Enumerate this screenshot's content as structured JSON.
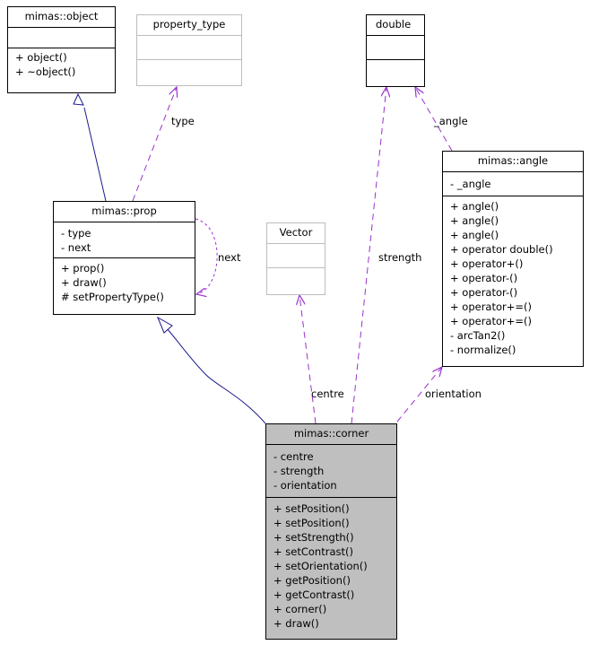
{
  "classes": {
    "object": {
      "name": "mimas::object",
      "attributes": [],
      "operations": [
        "+ object()",
        "+ ~object()"
      ]
    },
    "property_type": {
      "name": "property_type",
      "attributes": [],
      "operations": []
    },
    "double": {
      "name": "double",
      "attributes": [],
      "operations": []
    },
    "angle": {
      "name": "mimas::angle",
      "attributes": [
        "- _angle"
      ],
      "operations": [
        "+ angle()",
        "+ angle()",
        "+ angle()",
        "+ operator double()",
        "+ operator+()",
        "+ operator-()",
        "+ operator-()",
        "+ operator+=()",
        "+ operator+=()",
        "- arcTan2()",
        "- normalize()"
      ]
    },
    "prop": {
      "name": "mimas::prop",
      "attributes": [
        "- type",
        "- next"
      ],
      "operations": [
        "+ prop()",
        "+ draw()",
        "# setPropertyType()"
      ]
    },
    "vector": {
      "name": "Vector",
      "attributes": [],
      "operations": []
    },
    "corner": {
      "name": "mimas::corner",
      "attributes": [
        "- centre",
        "- strength",
        "- orientation"
      ],
      "operations": [
        "+ setPosition()",
        "+ setPosition()",
        "+ setStrength()",
        "+ setContrast()",
        "+ setOrientation()",
        "+ getPosition()",
        "+ getContrast()",
        "+ corner()",
        "+ draw()"
      ]
    }
  },
  "edge_labels": {
    "type": "type",
    "next": "next",
    "strength": "strength",
    "angle": "_angle",
    "centre": "centre",
    "orientation": "orientation"
  },
  "colors": {
    "inheritance": "#1a1a8c",
    "usage": "#9932cc",
    "ghost_border": "#bdbdbd",
    "focus_fill": "#bfbfbf"
  }
}
